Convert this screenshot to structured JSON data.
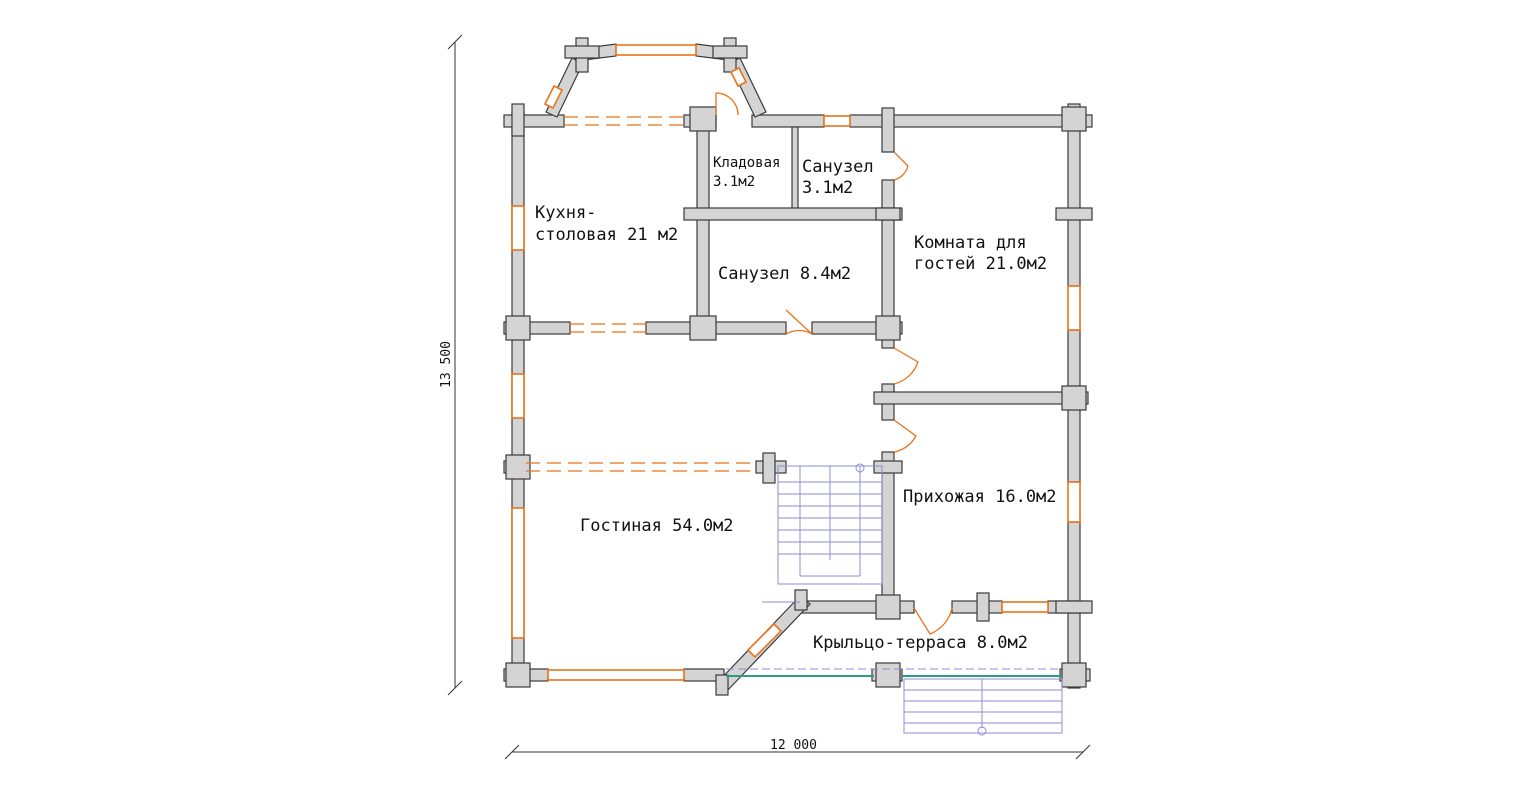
{
  "rooms": {
    "kitchen_line1": "Кухня-",
    "kitchen_line2": "столовая 21 м2",
    "pantry_line1": "Кладовая",
    "pantry_line2": "3.1м2",
    "bath_small_line1": "Санузел",
    "bath_small_line2": "3.1м2",
    "bath_large": "Санузел 8.4м2",
    "guest_line1": "Комната для",
    "guest_line2": "гостей  21.0м2",
    "living": "Гостиная 54.0м2",
    "hall": "Прихожая 16.0м2",
    "porch": "Крыльцо-терраса 8.0м2"
  },
  "dimensions": {
    "width": "12 000",
    "height": "13 500"
  },
  "colors": {
    "wall_fill": "#d4d4d4",
    "wall_stroke": "#3a3a3a",
    "openings": "#e8741c",
    "stairs": "#8d8dd8",
    "railing": "#2f9a86"
  }
}
